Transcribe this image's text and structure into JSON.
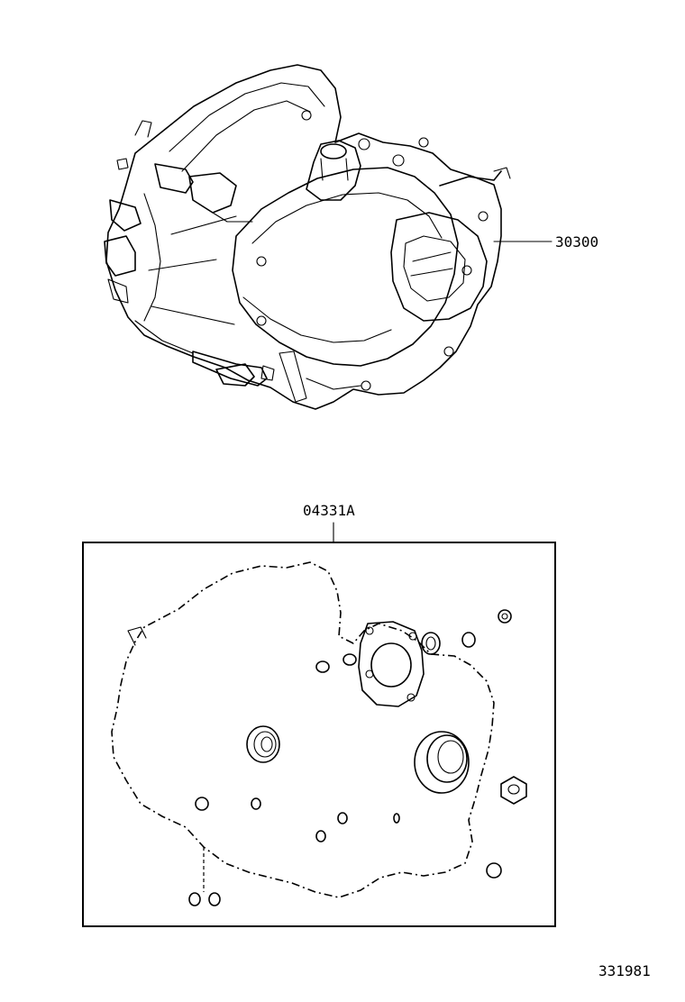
{
  "diagram": {
    "callouts": {
      "transaxle_part_no": "30300",
      "gasket_kit_part_no": "04331A"
    },
    "figure_id": "331981"
  },
  "icons": [
    "transaxle-assembly-icon",
    "gasket-kit-icon"
  ]
}
